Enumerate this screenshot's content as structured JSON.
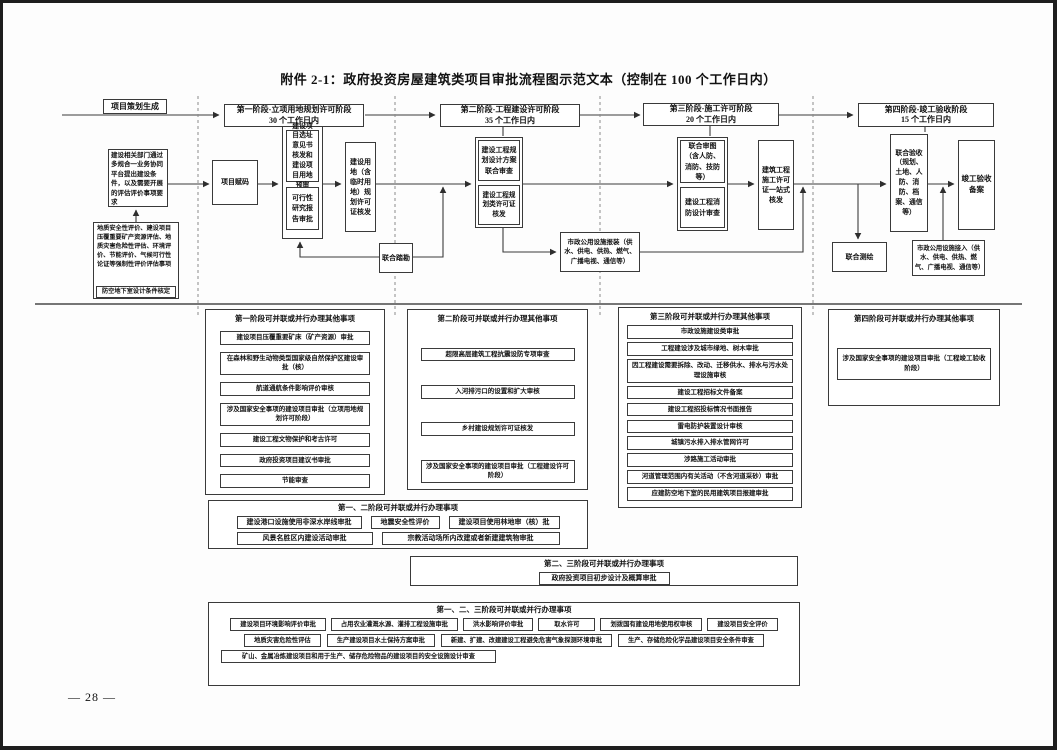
{
  "page": {
    "attachment_title": "附件 2-1：政府投资房屋建筑类项目审批流程图示范文本（控制在 100 个工作日内）",
    "page_number": "— 28 —"
  },
  "flow": {
    "start_label": "项目策划生成",
    "stages": [
      {
        "name": "第一阶段-立项用地规划许可阶段",
        "duration": "30 个工作日内"
      },
      {
        "name": "第二阶段-工程建设许可阶段",
        "duration": "35 个工作日内"
      },
      {
        "name": "第三阶段-施工许可阶段",
        "duration": "20 个工作日内"
      },
      {
        "name": "第四阶段-竣工验收阶段",
        "duration": "15 个工作日内"
      }
    ],
    "boxes": {
      "dept_conditions": "建设相关部门通过多规合一业务协同平台提出建设条件，以及需要开展的评估评价事项要求",
      "project_code": "项目赋码",
      "site_selection": "建设项目选址意见书核发和建设项目用地预审",
      "feasibility": "可行性研究报告审批",
      "land_permit": "建设用地（含临时用地）规划许可证核发",
      "mandatory_evaluations": "地质安全性评价、建设项目压覆重要矿产资源评估、地质灾害危险性评估、环境评价、节能评价、气候可行性论证等强制性评价评估事项",
      "civil_air_defense": "防空地下室设计条件核定",
      "joint_site_survey": "联合踏勘",
      "design_scheme_review": "建设工程规划设计方案联合审查",
      "planning_permit": "建设工程规划类许可证核发",
      "utility_application": "市政公用设施报装（供水、供电、供热、燃气、广播电视、通信等）",
      "joint_drawing_review": "联合审图（含人防、消防、技防等）",
      "fire_design_review": "建设工程消防设计审查",
      "construction_permit": "建筑工程施工许可证一站式核发",
      "joint_surveying": "联合测绘",
      "joint_acceptance": "联合验收（规划、土地、人防、消防、档案、通信等）",
      "completion_filing": "竣工验收备案",
      "utility_connection": "市政公用设施接入（供水、供电、供热、燃气、广播电视、通信等）"
    }
  },
  "sections": {
    "parallel": [
      {
        "title": "第一阶段可并联或并行办理其他事项",
        "items": [
          "建设项目压覆重要矿床（矿产资源）审批",
          "在森林和野生动物类型国家级自然保护区建设审批（核）",
          "航道通航条件影响评价审核",
          "涉及国家安全事项的建设项目审批（立项用地规划许可阶段）",
          "建设工程文物保护和考古许可",
          "政府投资项目建议书审批",
          "节能审查"
        ]
      },
      {
        "title": "第二阶段可并联或并行办理其他事项",
        "items": [
          "超限高层建筑工程抗震设防专项审查",
          "入河排污口的设置和扩大审核",
          "乡村建设规划许可证核发",
          "涉及国家安全事项的建设项目审批（工程建设许可阶段）"
        ]
      },
      {
        "title": "第三阶段可并联或并行办理其他事项",
        "items": [
          "市政设施建设类审批",
          "工程建设涉及城市绿地、树木审批",
          "因工程建设需要拆除、改动、迁移供水、排水与污水处理设施审核",
          "建设工程招标文件备案",
          "建设工程招投标情况书面报告",
          "雷电防护装置设计审核",
          "城镇污水排入排水管网许可",
          "涉路施工活动审批",
          "河道管理范围内有关活动（不含河道采砂）审批",
          "应建防空地下室的民用建筑项目报建审批"
        ]
      },
      {
        "title": "第四阶段可并联或并行办理其他事项",
        "items": [
          "涉及国家安全事项的建设项目审批（工程竣工验收阶段）"
        ]
      }
    ],
    "combined": [
      {
        "title": "第一、二阶段可并联或并行办理事项",
        "rows": [
          [
            "建设港口设施使用非深水岸线审批",
            "地震安全性评价",
            "建设项目使用林地审（核）批"
          ],
          [
            "风景名胜区内建设活动审批",
            "宗教活动场所内改建或者新建建筑物审批"
          ]
        ]
      },
      {
        "title": "第二、三阶段可并联或并行办理事项",
        "rows": [
          [
            "政府投资项目初步设计及概算审批"
          ]
        ]
      },
      {
        "title": "第一、二、三阶段可并联或并行办理事项",
        "rows": [
          [
            "建设项目环境影响评价审批",
            "占用农业灌溉水源、灌排工程设施审批",
            "洪水影响评价审批",
            "取水许可",
            "划拨国有建设用地使用权审核",
            "建设项目安全评价"
          ],
          [
            "地质灾害危险性评估",
            "生产建设项目水土保持方案审批",
            "新建、扩建、改建建设工程避免危害气象探测环境审批",
            "生产、存储危险化学品建设项目安全条件审查"
          ],
          [
            "矿山、金属冶炼建设项目和用于生产、储存危险物品的建设项目的安全设施设计审查"
          ]
        ]
      }
    ]
  }
}
